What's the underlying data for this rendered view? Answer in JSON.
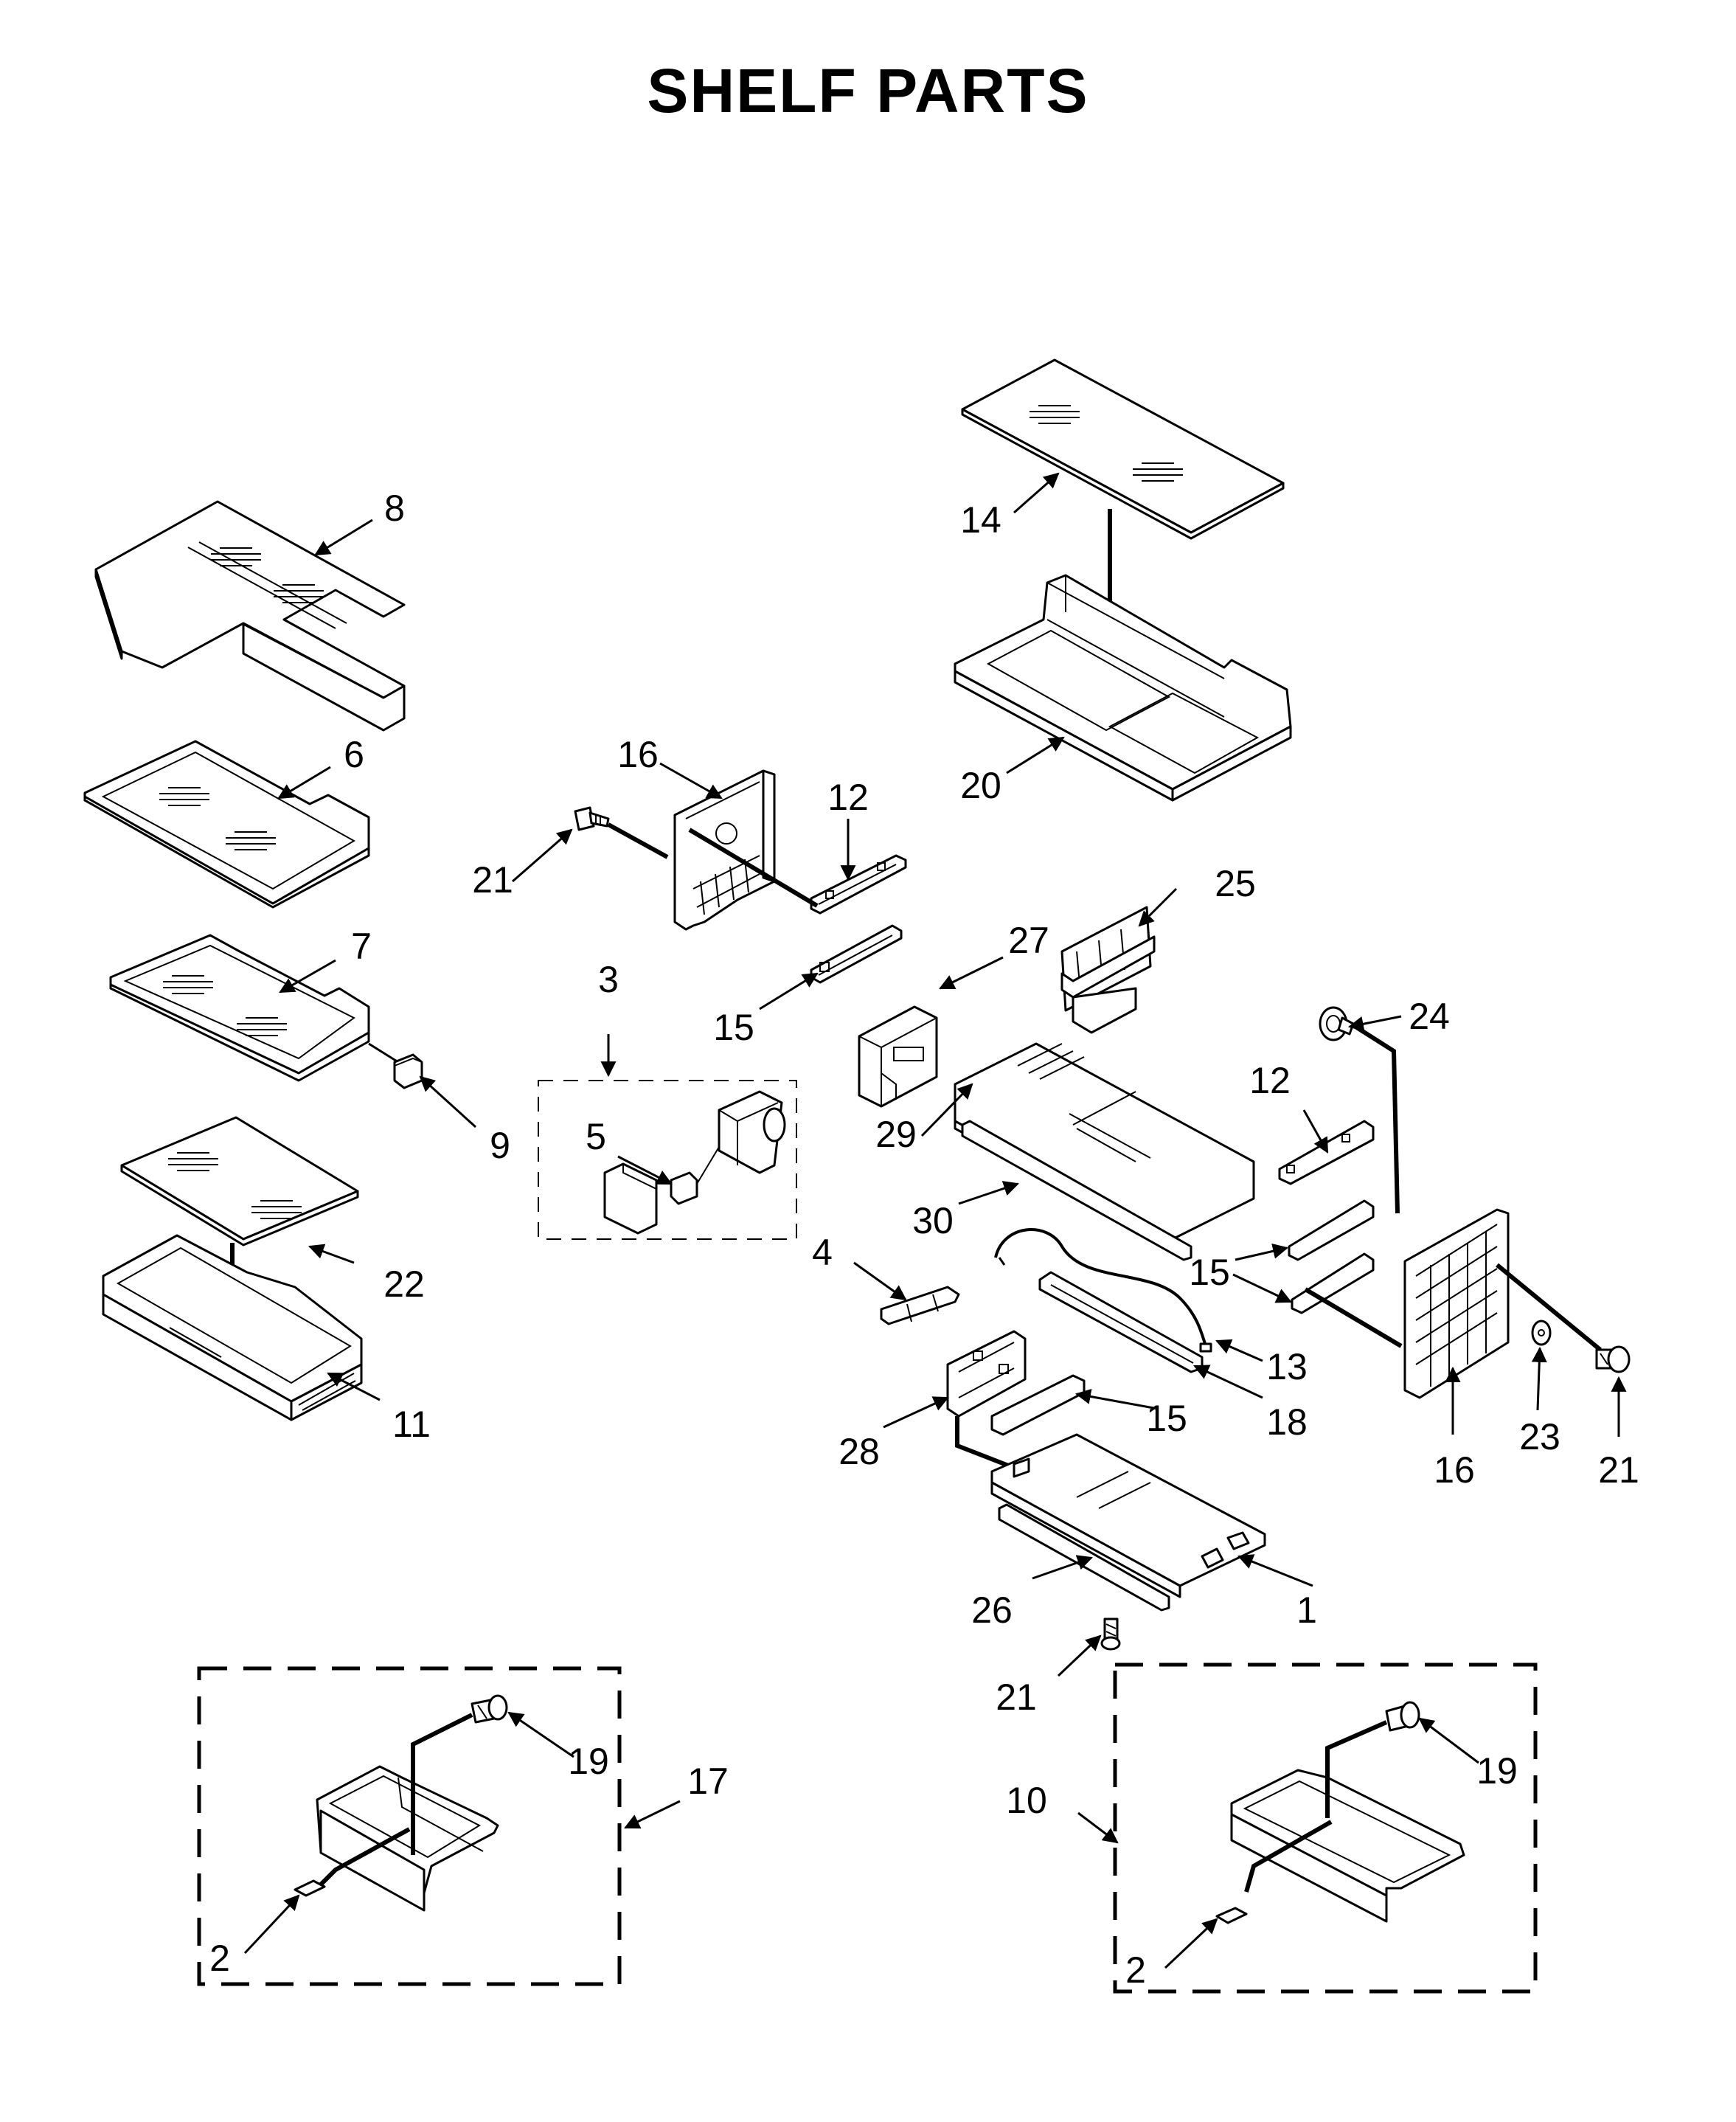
{
  "title": "SHELF PARTS",
  "callouts": {
    "c1": "1",
    "c2_left": "2",
    "c2_right": "2",
    "c3": "3",
    "c4": "4",
    "c5": "5",
    "c6": "6",
    "c7": "7",
    "c8": "8",
    "c9": "9",
    "c10": "10",
    "c11": "11",
    "c12_upper": "12",
    "c12_right": "12",
    "c13": "13",
    "c14": "14",
    "c15_upper": "15",
    "c15_right": "15",
    "c15_lower": "15",
    "c16_upper": "16",
    "c16_lower": "16",
    "c17": "17",
    "c18": "18",
    "c19_left": "19",
    "c19_right": "19",
    "c20": "20",
    "c21_upper": "21",
    "c21_right": "21",
    "c21_lower": "21",
    "c22": "22",
    "c23": "23",
    "c24": "24",
    "c25": "25",
    "c26": "26",
    "c27": "27",
    "c28": "28",
    "c29": "29",
    "c30": "30"
  }
}
